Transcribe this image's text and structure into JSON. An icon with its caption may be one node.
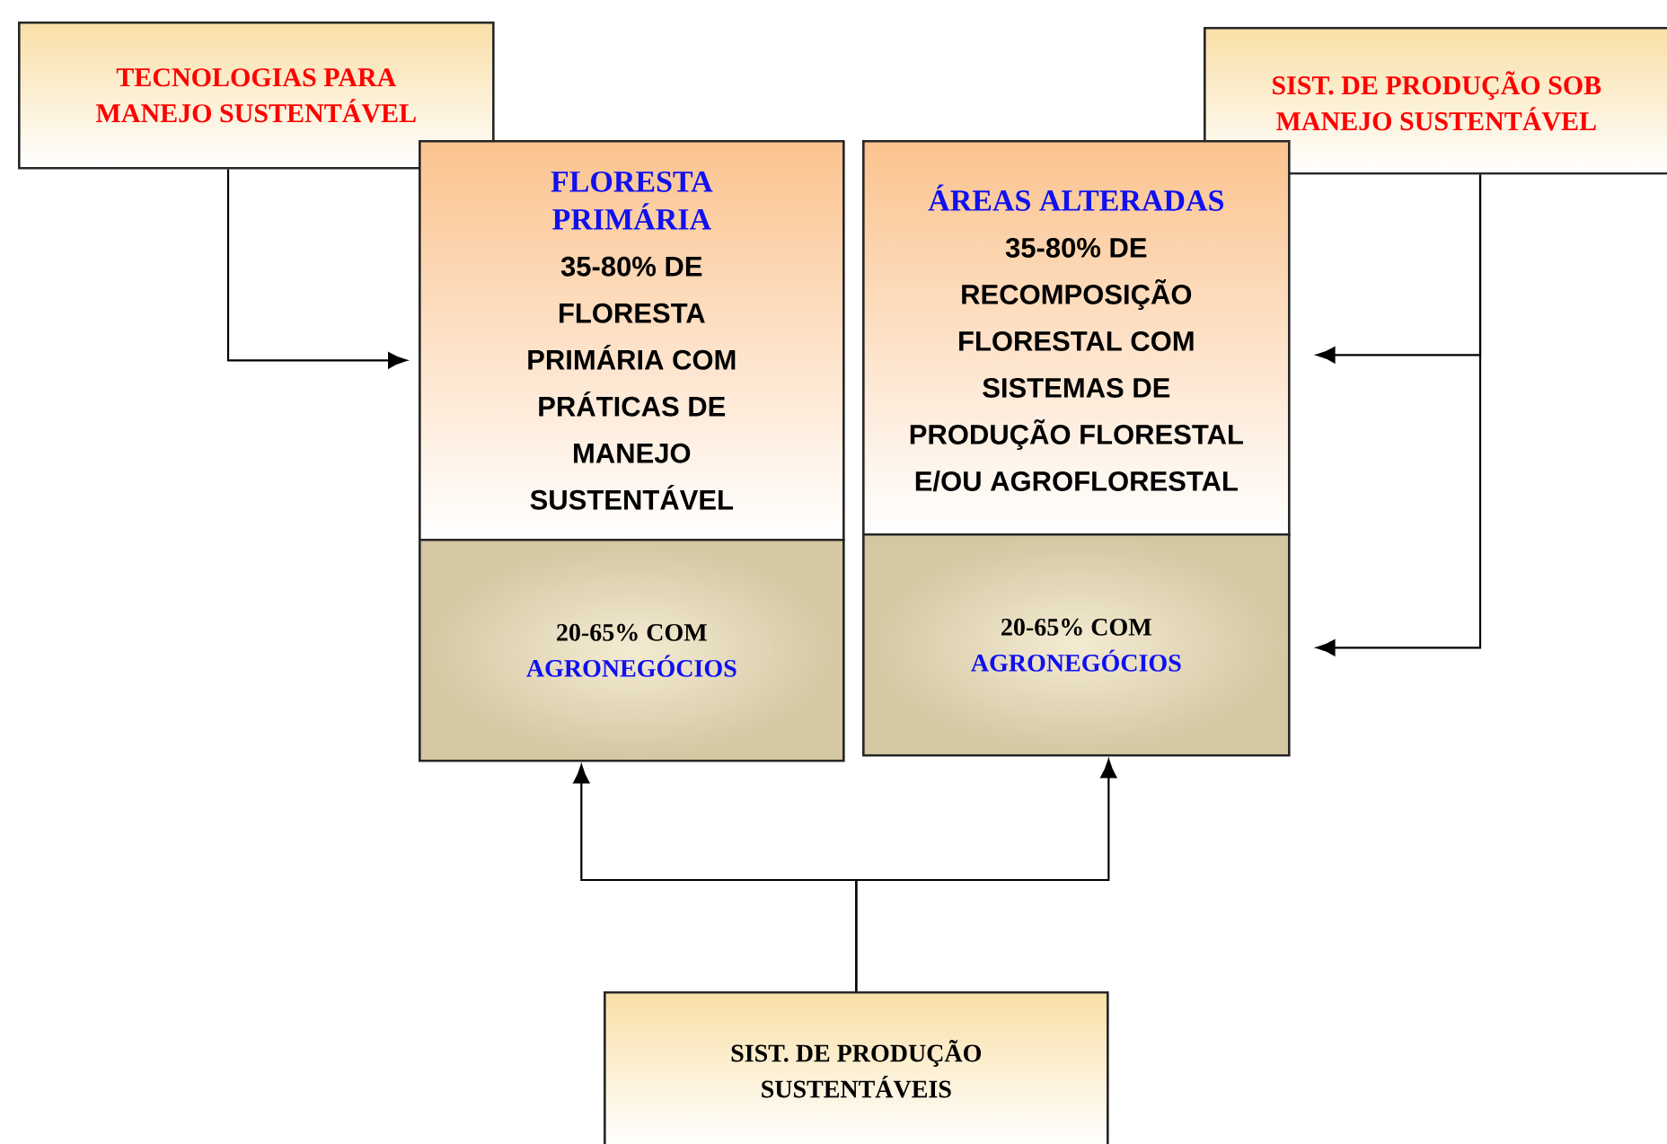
{
  "diagram": {
    "nodes": [
      {
        "text": [
          "TECNOLOGIAS PARA MANEJO SUSTENTÁVEL"
        ]
      },
      {
        "text": [
          "FLORESTA PRIMÁRIA",
          "35-80% DE FLORESTA PRIMÁRIA COM PRÁTICAS DE MANEJO SUSTENTÁVEL"
        ]
      },
      {
        "text": [
          "ÁREAS ALTERADAS",
          "35-80% DE RECOMPOSIÇÃO FLORESTAL COM SISTEMAS DE PRODUÇÃO FLORESTAL E/OU AGROFLORESTAL"
        ]
      },
      {
        "text": [
          "SIST. DE PRODUÇÃO SOB MANEJO SUSTENTÁVEL"
        ]
      },
      {
        "text": [
          "20-65% COM",
          "AGRONEGÓCIOS"
        ]
      },
      {
        "text": [
          "20-65% COM",
          "AGRONEGÓCIOS"
        ]
      },
      {
        "text": [
          "SIST. DE PRODUÇÃO SUSTENTÁVEIS"
        ]
      }
    ],
    "edges": [
      {
        "from": 0,
        "to": 1,
        "arrow": "to"
      },
      {
        "from": 3,
        "to": 2,
        "arrow": "to"
      },
      {
        "from": 3,
        "to": 5,
        "arrow": "to"
      },
      {
        "from": 6,
        "to": 4,
        "arrow": "to"
      },
      {
        "from": 6,
        "to": 5,
        "arrow": "to"
      }
    ]
  }
}
